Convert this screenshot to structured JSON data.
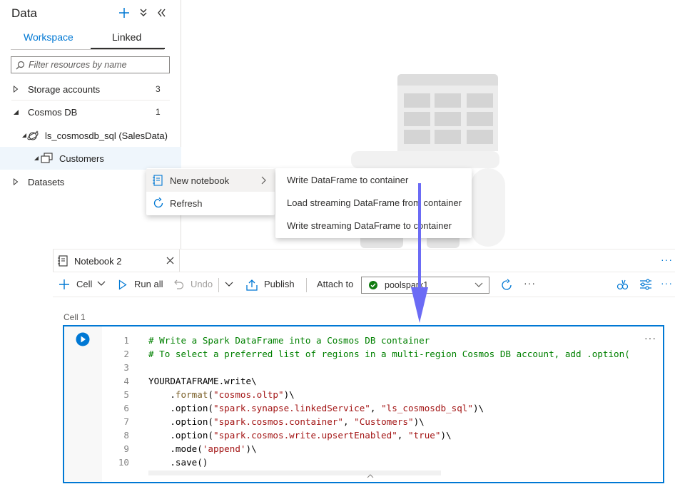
{
  "data_panel": {
    "title": "Data",
    "tabs": [
      {
        "label": "Workspace",
        "selected": false
      },
      {
        "label": "Linked",
        "selected": true
      }
    ],
    "filter": {
      "placeholder": "Filter resources by name",
      "value": ""
    },
    "tree": {
      "storage_accounts": {
        "label": "Storage accounts",
        "count": "3"
      },
      "cosmos_db": {
        "label": "Cosmos DB",
        "count": "1"
      },
      "linked_service": {
        "label": "ls_cosmosdb_sql (SalesData)"
      },
      "container": {
        "label": "Customers"
      },
      "datasets": {
        "label": "Datasets"
      }
    }
  },
  "context_menu": {
    "items": [
      {
        "label": "New notebook",
        "has_submenu": true
      },
      {
        "label": "Refresh"
      }
    ]
  },
  "submenu": {
    "items": [
      {
        "label": "Write DataFrame to container"
      },
      {
        "label": "Load streaming DataFrame from container"
      },
      {
        "label": "Write streaming DataFrame to container"
      }
    ]
  },
  "notebook": {
    "tab_label": "Notebook 2",
    "toolbar": {
      "cell_label": "Cell",
      "run_all_label": "Run all",
      "undo_label": "Undo",
      "publish_label": "Publish",
      "attach_to_label": "Attach to",
      "pool_value": "poolspark1"
    },
    "cell_label": "Cell 1",
    "code_lines": [
      {
        "n": "1",
        "text": "# Write a Spark DataFrame into a Cosmos DB container"
      },
      {
        "n": "2",
        "text": "# To select a preferred list of regions in a multi-region Cosmos DB account, add .option("
      },
      {
        "n": "3",
        "text": ""
      },
      {
        "n": "4",
        "text": "YOURDATAFRAME.write\\"
      },
      {
        "n": "5",
        "text": "    .format(\"cosmos.oltp\")\\"
      },
      {
        "n": "6",
        "text": "    .option(\"spark.synapse.linkedService\", \"ls_cosmosdb_sql\")\\"
      },
      {
        "n": "7",
        "text": "    .option(\"spark.cosmos.container\", \"Customers\")\\"
      },
      {
        "n": "8",
        "text": "    .option(\"spark.cosmos.write.upsertEnabled\", \"true\")\\"
      },
      {
        "n": "9",
        "text": "    .mode('append')\\"
      },
      {
        "n": "10",
        "text": "    .save()"
      }
    ]
  },
  "colors": {
    "accent": "#0078d4",
    "arrow": "#6b6bf5",
    "selected_row": "#eff6fc",
    "code_comment": "#008000",
    "code_string": "#a31515",
    "status_ok": "#107c10"
  },
  "icons": {
    "add": "add-icon",
    "collapse": "double-chevron-left-icon",
    "run": "play-icon",
    "publish": "publish-icon",
    "refresh": "refresh-icon"
  }
}
